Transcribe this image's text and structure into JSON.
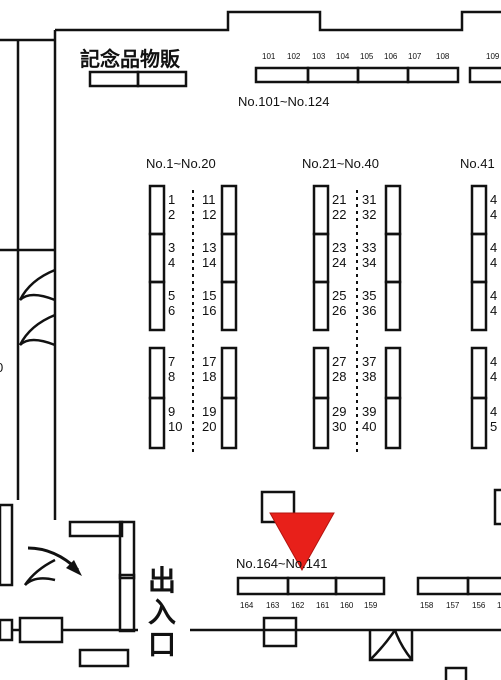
{
  "map": {
    "souvenir_label": "記念品物販",
    "range_top": "No.101~No.124",
    "top_numbers": [
      "101",
      "102",
      "103",
      "104",
      "105",
      "106",
      "107",
      "108",
      "109"
    ],
    "col1_header": "No.1~No.20",
    "col2_header": "No.21~No.40",
    "col3_header": "No.41",
    "col1_left": [
      "1",
      "2",
      "3",
      "4",
      "5",
      "6",
      "7",
      "8",
      "9",
      "10"
    ],
    "col1_right": [
      "11",
      "12",
      "13",
      "14",
      "15",
      "16",
      "17",
      "18",
      "19",
      "20"
    ],
    "col2_left": [
      "21",
      "22",
      "23",
      "24",
      "25",
      "26",
      "27",
      "28",
      "29",
      "30"
    ],
    "col2_right": [
      "31",
      "32",
      "33",
      "34",
      "35",
      "36",
      "37",
      "38",
      "39",
      "40"
    ],
    "col3_partial": [
      "4",
      "4",
      "4",
      "4",
      "4",
      "4",
      "4",
      "4",
      "4",
      "5"
    ],
    "range_bottom": "No.164~No.141",
    "bottom_numbers": [
      "164",
      "163",
      "162",
      "161",
      "160",
      "159",
      "158",
      "157",
      "156",
      "1"
    ],
    "entrance_label": [
      "出",
      "入",
      "口"
    ],
    "partial_left": "0",
    "marker_color": "#e8201a"
  }
}
